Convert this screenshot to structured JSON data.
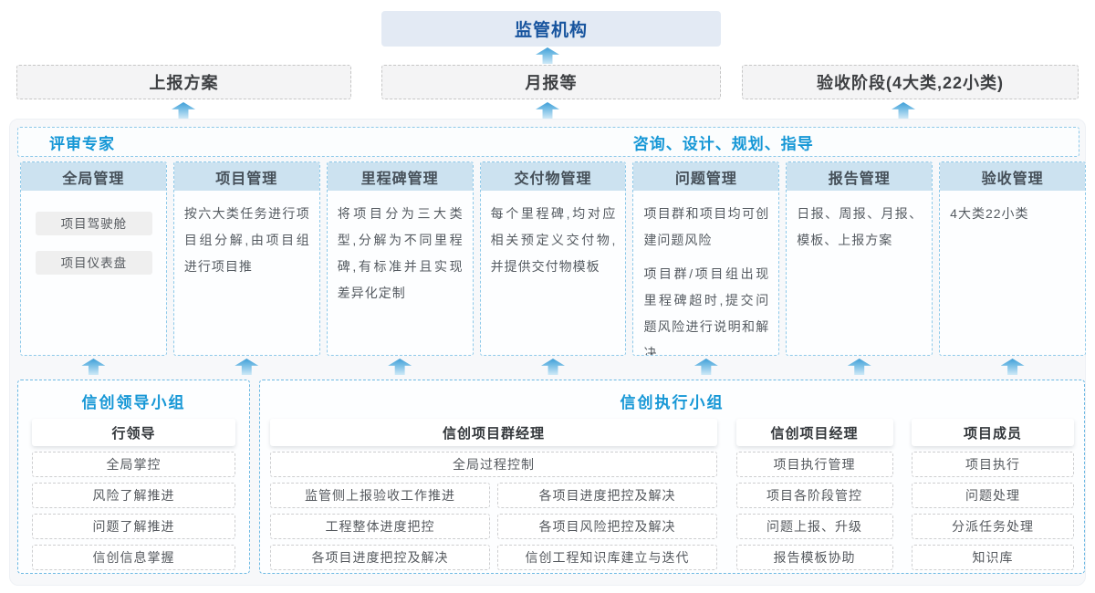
{
  "colors": {
    "accent_blue": "#1697d6",
    "dark_blue": "#17549e",
    "column_header_bg": "#cce2f0",
    "regulator_bg": "#e3eaf4",
    "arrow_blue": "#3f9fd8",
    "container_bg": "#f7f8fa"
  },
  "top": {
    "regulator": "监管机构"
  },
  "row2": [
    {
      "label": "上报方案"
    },
    {
      "label": "月报等"
    },
    {
      "label": "验收阶段(4大类,22小类)"
    }
  ],
  "middle": {
    "left_header": "评审专家",
    "right_header": "咨询、设计、规划、指导",
    "columns": [
      {
        "title": "全局管理",
        "pills": [
          "项目驾驶舱",
          "项目仪表盘"
        ]
      },
      {
        "title": "项目管理",
        "paragraphs": [
          "按六大类任务进行项目组分解,由项目组进行项目推"
        ]
      },
      {
        "title": "里程碑管理",
        "paragraphs": [
          "将项目分为三大类型,分解为不同里程碑,有标准并且实现差异化定制"
        ]
      },
      {
        "title": "交付物管理",
        "paragraphs": [
          "每个里程碑,均对应相关预定义交付物,并提供交付物模板"
        ]
      },
      {
        "title": "问题管理",
        "paragraphs": [
          "项目群和项目均可创建问题风险",
          "项目群/项目组出现里程碑超时,提交问题风险进行说明和解决"
        ]
      },
      {
        "title": "报告管理",
        "paragraphs": [
          "日报、周报、月报、模板、上报方案"
        ]
      },
      {
        "title": "验收管理",
        "paragraphs": [
          "4大类22小类"
        ]
      }
    ]
  },
  "bottom": {
    "leader_group": {
      "title": "信创领导小组",
      "role": "行领导",
      "items": [
        "全局掌控",
        "风险了解推进",
        "问题了解推进",
        "信创信息掌握"
      ]
    },
    "exec_group": {
      "title": "信创执行小组",
      "sections": [
        {
          "role": "信创项目群经理",
          "full_item": "全局过程控制",
          "col1": [
            "监管侧上报验收工作推进",
            "工程整体进度把控",
            "各项目进度把控及解决"
          ],
          "col2": [
            "各项目进度把控及解决",
            "各项目风险把控及解决",
            "信创工程知识库建立与迭代"
          ]
        },
        {
          "role": "信创项目经理",
          "items": [
            "项目执行管理",
            "项目各阶段管控",
            "问题上报、升级",
            "报告模板协助"
          ]
        },
        {
          "role": "项目成员",
          "items": [
            "项目执行",
            "问题处理",
            "分派任务处理",
            "知识库"
          ]
        }
      ]
    }
  }
}
